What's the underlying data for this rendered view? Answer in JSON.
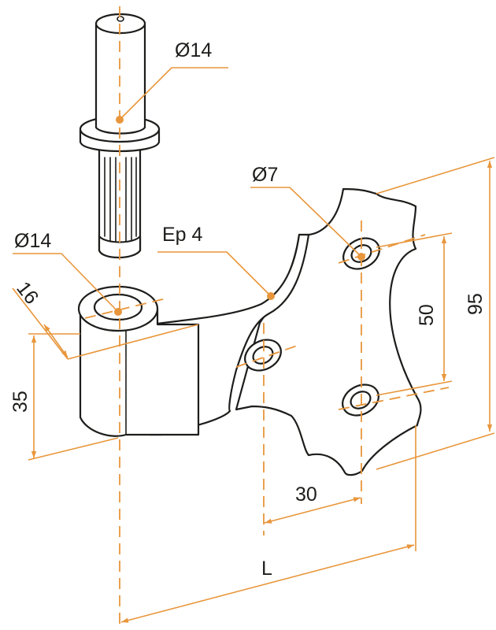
{
  "colors": {
    "dimension": "#e8963b",
    "outline": "#1d1d1b",
    "background": "#ffffff"
  },
  "labels": {
    "pin_diameter": "Ø14",
    "eye_diameter": "Ø14",
    "hole_diameter": "Ø7",
    "thickness": "Ep 4",
    "eye_width": "16",
    "eye_height": "35",
    "hole_spacing_vertical": "50",
    "plate_height": "95",
    "hole_spacing_horizontal": "30",
    "overall_length": "L"
  }
}
